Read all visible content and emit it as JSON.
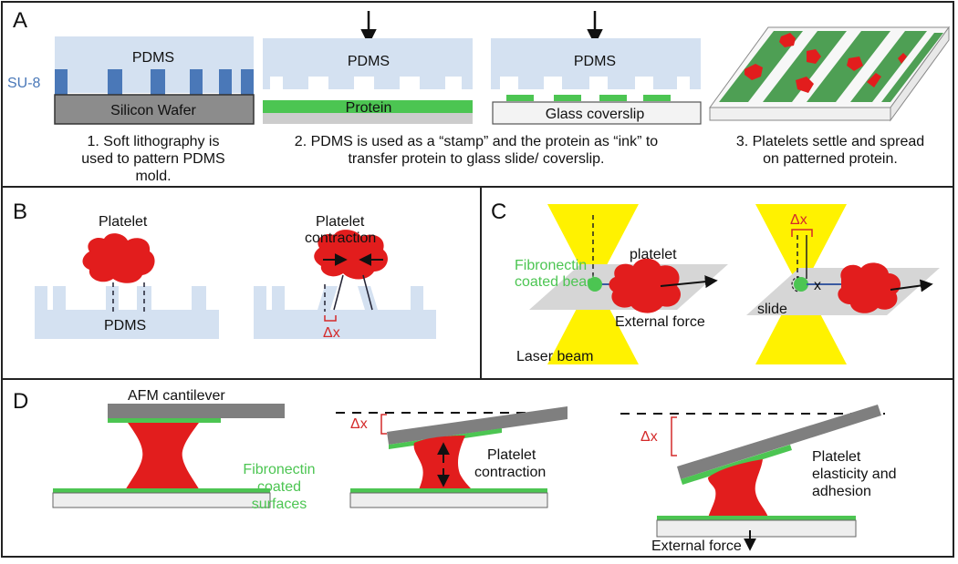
{
  "colors": {
    "pdms": "#d4e1f1",
    "su8": "#4a78b8",
    "wafer": "#8c8c8c",
    "protein": "#4cc552",
    "platelet": "#e21d1d",
    "glass": "#eeeeee",
    "laser": "#fff200",
    "slide": "#d6d6d6",
    "cantilever": "#7f7f7f",
    "red_text": "#d42a2a",
    "green_text": "#4cc552",
    "border": "#222222"
  },
  "panel_a": {
    "label": "A",
    "pdms_1": "PDMS",
    "su8": "SU-8",
    "silicon_wafer": "Silicon Wafer",
    "pdms_2": "PDMS",
    "protein": "Protein",
    "pdms_3": "PDMS",
    "glass_coverslip": "Glass coverslip",
    "caption_1": [
      "1. Soft lithography is",
      "used to pattern PDMS",
      "mold."
    ],
    "caption_2": [
      "2. PDMS is used as a “stamp” and the protein as “ink” to",
      "transfer protein to  glass slide/ coverslip."
    ],
    "caption_3": [
      "3. Platelets settle and spread",
      "on patterned protein."
    ]
  },
  "panel_b": {
    "label": "B",
    "platelet": "Platelet",
    "pdms": "PDMS",
    "contraction": [
      "Platelet",
      "contraction"
    ],
    "delta_x": "Δx"
  },
  "panel_c": {
    "label": "C",
    "bead": [
      "Fibronectin",
      "coated bead"
    ],
    "platelet": "platelet",
    "external_force": "External force",
    "laser_beam": "Laser beam",
    "delta_x": "Δx",
    "x_mark": "x",
    "slide": "slide"
  },
  "panel_d": {
    "label": "D",
    "afm": "AFM cantilever",
    "fibronectin": [
      "Fibronectin",
      "coated",
      "surfaces"
    ],
    "delta_x_1": "Δx",
    "contraction": [
      "Platelet",
      "contraction"
    ],
    "delta_x_2": "Δx",
    "elasticity": [
      "Platelet",
      "elasticity and",
      "adhesion"
    ],
    "external_force": "External force"
  }
}
